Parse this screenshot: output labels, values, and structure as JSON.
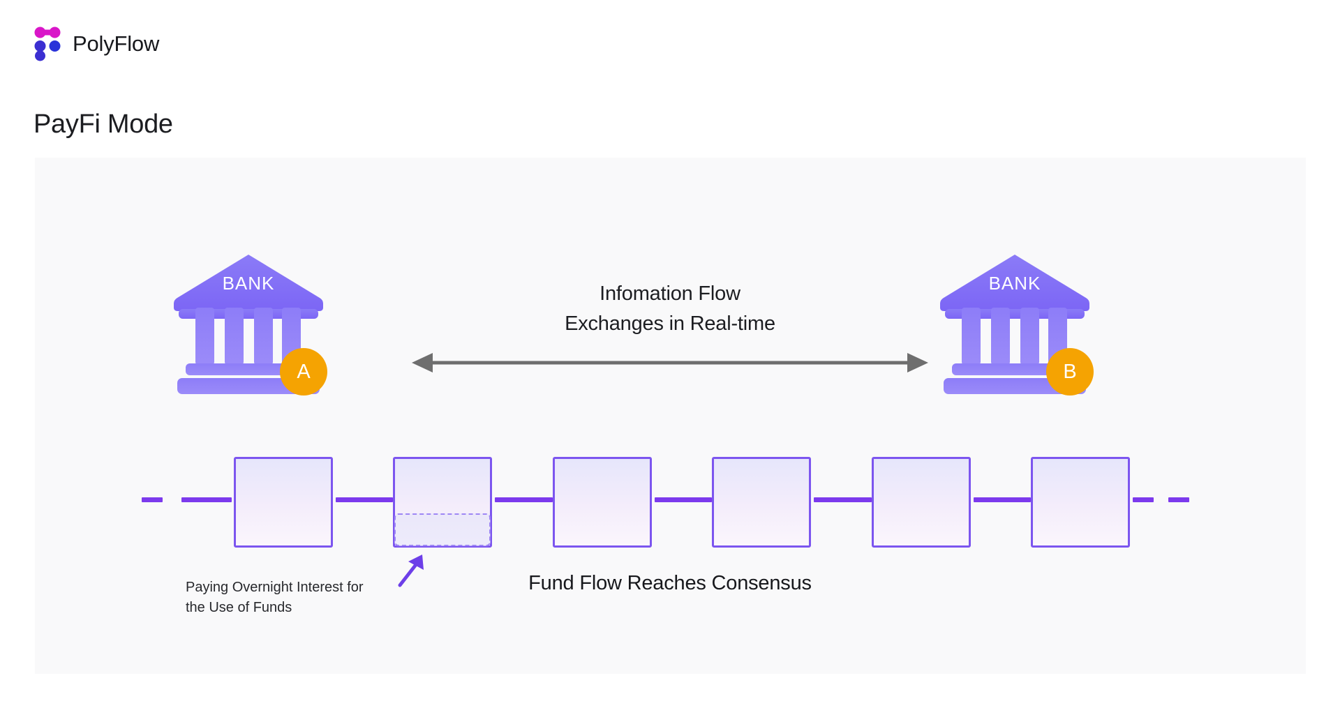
{
  "brand": {
    "name": "PolyFlow",
    "logo_colors": {
      "top": "#d916c8",
      "bottom_left": "#3b2fd1",
      "bottom_right": "#2a33d9"
    }
  },
  "page_title": "PayFi Mode",
  "panel": {
    "background": "#f9f9fa",
    "nodes": [
      {
        "id": "bank-a",
        "label": "BANK",
        "badge": "A",
        "badge_color": "#f5a302",
        "side": "left"
      },
      {
        "id": "bank-b",
        "label": "BANK",
        "badge": "B",
        "badge_color": "#f5a302",
        "side": "right"
      }
    ],
    "information_flow": {
      "line1": "Infomation Flow",
      "line2": "Exchanges in Real-time",
      "arrow": "double-headed-horizontal-arrow",
      "arrow_color": "#6e6e6e"
    },
    "chain": {
      "block_color": "#7c55ef",
      "link_color": "#7c3aed",
      "blocks": [
        {
          "index": 0,
          "has_sub_region": false
        },
        {
          "index": 1,
          "has_sub_region": true
        },
        {
          "index": 2,
          "has_sub_region": false
        },
        {
          "index": 3,
          "has_sub_region": false
        },
        {
          "index": 4,
          "has_sub_region": false
        },
        {
          "index": 5,
          "has_sub_region": false
        }
      ]
    },
    "annotation": {
      "line1": "Paying Overnight Interest for",
      "line2": "the Use of Funds",
      "arrow_color": "#6d3fe8"
    },
    "consensus_caption": "Fund Flow Reaches Consensus"
  }
}
